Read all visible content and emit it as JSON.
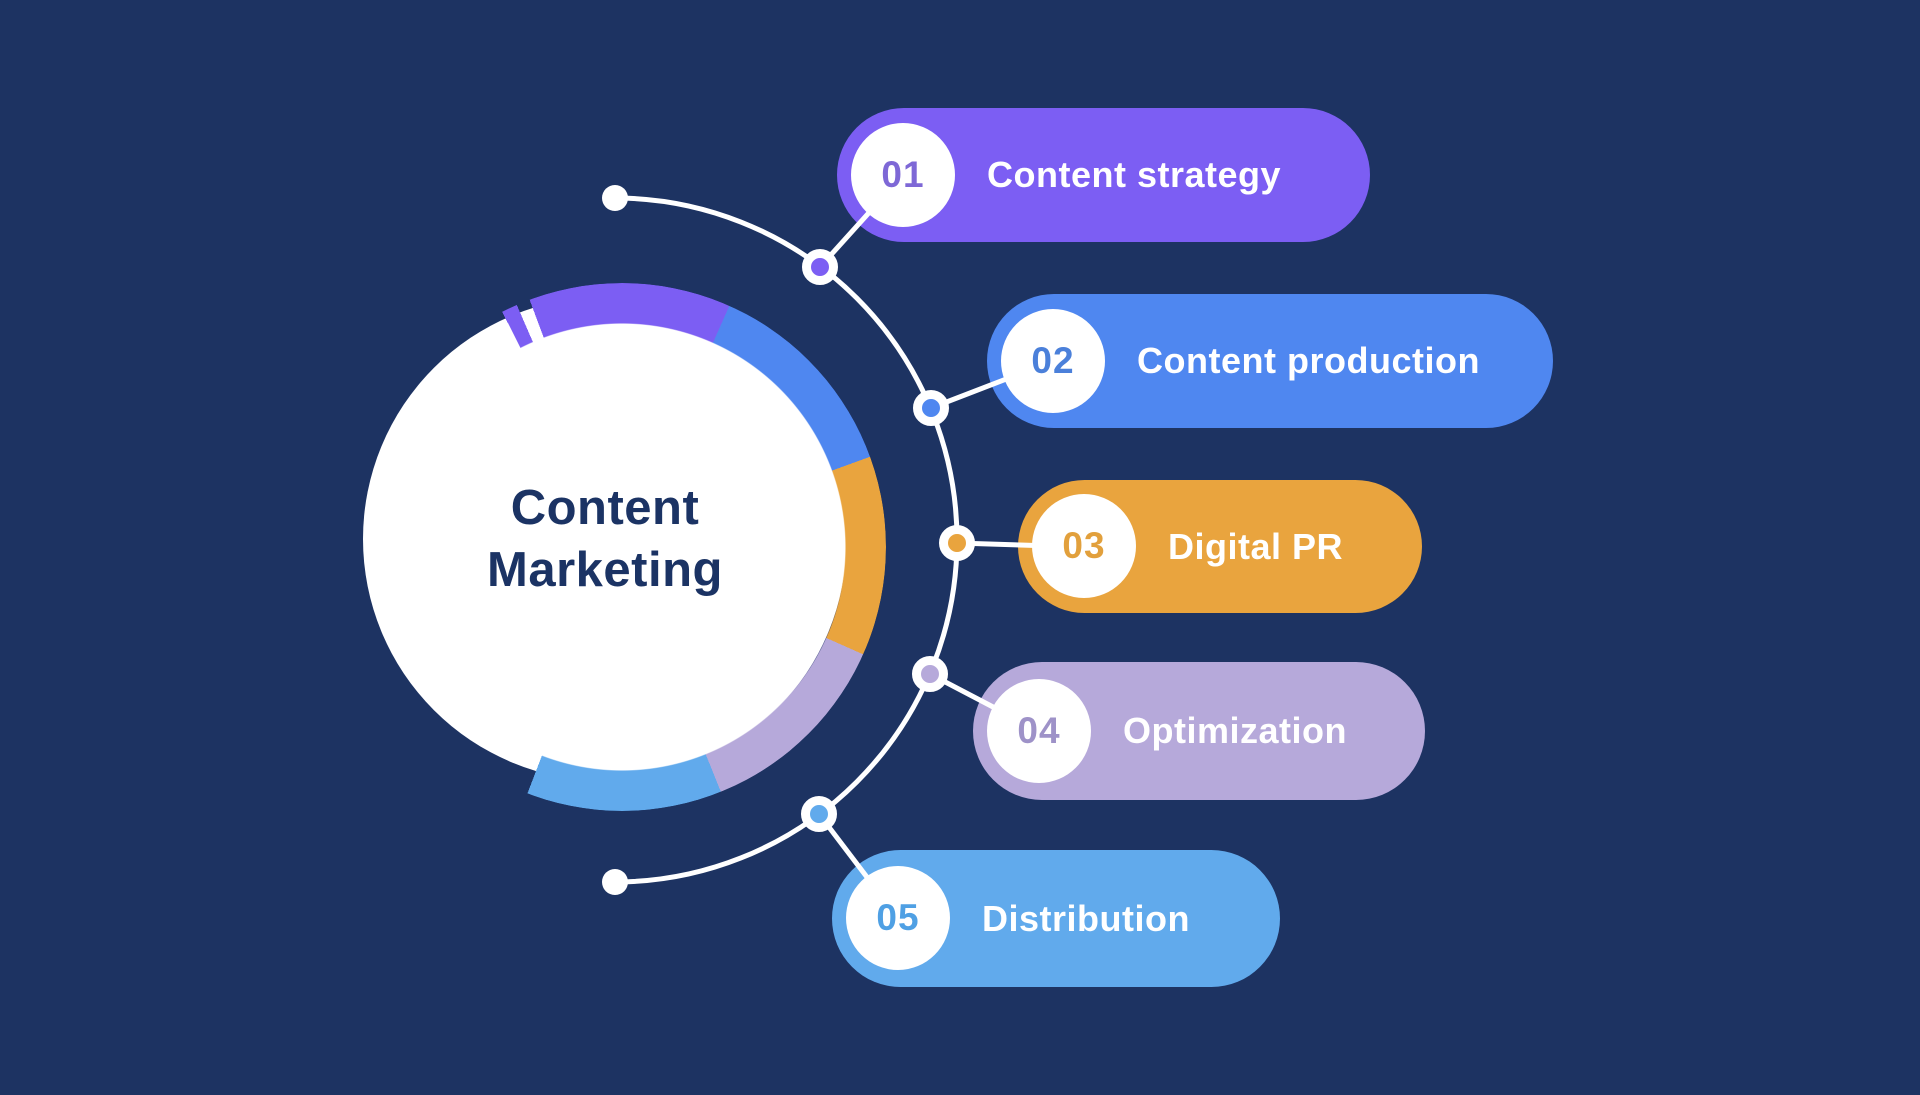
{
  "title": {
    "line1": "Content",
    "line2": "Marketing"
  },
  "items": [
    {
      "number": "01",
      "label": "Content strategy",
      "color": "#7C5EF3",
      "number_color": "#7E68D6"
    },
    {
      "number": "02",
      "label": "Content production",
      "color": "#4F87F0",
      "number_color": "#4B80DA"
    },
    {
      "number": "03",
      "label": "Digital PR",
      "color": "#E9A43E",
      "number_color": "#E2A03C"
    },
    {
      "number": "04",
      "label": "Optimization",
      "color": "#B6A9DA",
      "number_color": "#9E92C8"
    },
    {
      "number": "05",
      "label": "Distribution",
      "color": "#61AAEC",
      "number_color": "#4FA0E4"
    }
  ],
  "colors": {
    "background": "#1D3362",
    "center_circle": "#FFFFFF",
    "center_text": "#1B3364",
    "connector": "#FFFFFF"
  },
  "ring": {
    "stops": [
      [
        "#7C5EF3",
        0,
        24
      ],
      [
        "#4F87F0",
        24,
        70
      ],
      [
        "#E9A43E",
        70,
        114
      ],
      [
        "#B6A9DA",
        114,
        158
      ],
      [
        "#61AAEC",
        158,
        201
      ],
      [
        "transparent",
        201,
        333
      ],
      [
        "#7C5EF3",
        333,
        336.5
      ],
      [
        "transparent",
        336.5,
        339.5
      ],
      [
        "#7C5EF3",
        339.5,
        360
      ]
    ]
  }
}
